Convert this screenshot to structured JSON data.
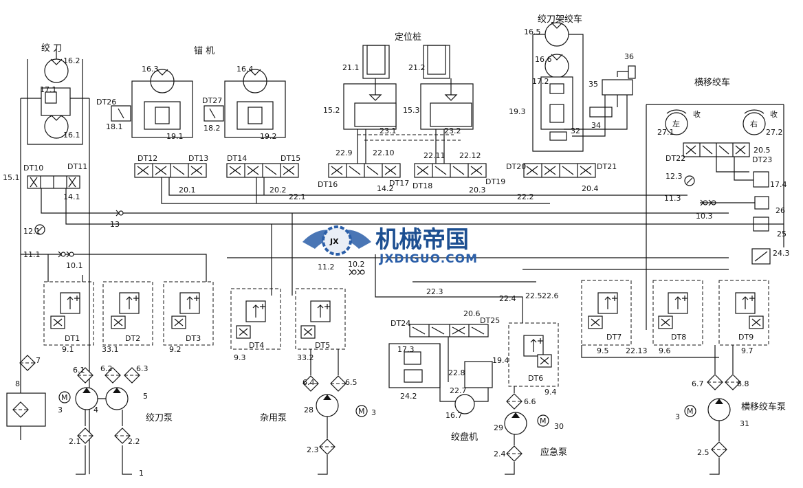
{
  "titles": {
    "jiaodao": "绞 刀",
    "maoji": "锚 机",
    "dingweizhuang": "定位桩",
    "jiaodaojia": "绞刀架绞车",
    "hengyi": "横移绞车",
    "jiaodaobeng": "绞刀泵",
    "zayongbeng": "杂用泵",
    "jiaopanji": "绞盘机",
    "yingjibeng": "应急泵",
    "hengyibeng": "横移绞车泵"
  },
  "winch_marks": {
    "left": "左",
    "right": "右",
    "shou1": "收",
    "shou2": "收"
  },
  "watermark": {
    "cn": "机械帝国",
    "en": "JXDIGUO.COM",
    "badge": "JX"
  },
  "labels": [
    {
      "id": "16.2",
      "text": "16.2"
    },
    {
      "id": "17.1",
      "text": "17.1"
    },
    {
      "id": "16.1",
      "text": "16.1"
    },
    {
      "id": "16.3",
      "text": "16.3"
    },
    {
      "id": "16.4",
      "text": "16.4"
    },
    {
      "id": "DT26",
      "text": "DT26"
    },
    {
      "id": "DT27",
      "text": "DT27"
    },
    {
      "id": "18.1",
      "text": "18.1"
    },
    {
      "id": "18.2",
      "text": "18.2"
    },
    {
      "id": "19.1",
      "text": "19.1"
    },
    {
      "id": "19.2",
      "text": "19.2"
    },
    {
      "id": "21.1",
      "text": "21.1"
    },
    {
      "id": "21.2",
      "text": "21.2"
    },
    {
      "id": "15.2",
      "text": "15.2"
    },
    {
      "id": "15.3",
      "text": "15.3"
    },
    {
      "id": "23.1",
      "text": "23.1"
    },
    {
      "id": "23.2",
      "text": "23.2"
    },
    {
      "id": "16.5",
      "text": "16.5"
    },
    {
      "id": "16.6",
      "text": "16.6"
    },
    {
      "id": "17.2",
      "text": "17.2"
    },
    {
      "id": "19.3",
      "text": "19.3"
    },
    {
      "id": "32",
      "text": "32"
    },
    {
      "id": "35",
      "text": "35"
    },
    {
      "id": "36",
      "text": "36"
    },
    {
      "id": "34",
      "text": "34"
    },
    {
      "id": "27.1",
      "text": "27.1"
    },
    {
      "id": "27.2",
      "text": "27.2"
    },
    {
      "id": "20.5",
      "text": "20.5"
    },
    {
      "id": "DT22",
      "text": "DT22"
    },
    {
      "id": "DT23",
      "text": "DT23"
    },
    {
      "id": "12.3",
      "text": "12.3"
    },
    {
      "id": "17.4",
      "text": "17.4"
    },
    {
      "id": "11.3",
      "text": "11.3"
    },
    {
      "id": "10.3",
      "text": "10.3"
    },
    {
      "id": "26",
      "text": "26"
    },
    {
      "id": "25",
      "text": "25"
    },
    {
      "id": "24.3",
      "text": "24.3"
    },
    {
      "id": "DT10",
      "text": "DT10"
    },
    {
      "id": "DT11",
      "text": "DT11"
    },
    {
      "id": "15.1",
      "text": "15.1"
    },
    {
      "id": "14.1",
      "text": "14.1"
    },
    {
      "id": "DT12",
      "text": "DT12"
    },
    {
      "id": "DT13",
      "text": "DT13"
    },
    {
      "id": "20.1",
      "text": "20.1"
    },
    {
      "id": "DT14",
      "text": "DT14"
    },
    {
      "id": "DT15",
      "text": "DT15"
    },
    {
      "id": "20.2",
      "text": "20.2"
    },
    {
      "id": "22.9",
      "text": "22.9"
    },
    {
      "id": "22.10",
      "text": "22.10"
    },
    {
      "id": "22.11",
      "text": "22.11"
    },
    {
      "id": "22.12",
      "text": "22.12"
    },
    {
      "id": "DT16",
      "text": "DT16"
    },
    {
      "id": "DT17",
      "text": "DT17"
    },
    {
      "id": "14.2",
      "text": "14.2"
    },
    {
      "id": "DT18",
      "text": "DT18"
    },
    {
      "id": "DT19",
      "text": "DT19"
    },
    {
      "id": "20.3",
      "text": "20.3"
    },
    {
      "id": "DT20",
      "text": "DT20"
    },
    {
      "id": "DT21",
      "text": "DT21"
    },
    {
      "id": "20.4",
      "text": "20.4"
    },
    {
      "id": "22.1",
      "text": "22.1"
    },
    {
      "id": "22.2",
      "text": "22.2"
    },
    {
      "id": "13",
      "text": "13"
    },
    {
      "id": "12.1",
      "text": "12.1"
    },
    {
      "id": "11.1",
      "text": "11.1"
    },
    {
      "id": "10.1",
      "text": "10.1"
    },
    {
      "id": "11.2",
      "text": "11.2"
    },
    {
      "id": "10.2",
      "text": "10.2"
    },
    {
      "id": "22.3",
      "text": "22.3"
    },
    {
      "id": "22.4",
      "text": "22.4"
    },
    {
      "id": "22.5",
      "text": "22.5"
    },
    {
      "id": "22.6",
      "text": "22.6"
    },
    {
      "id": "DT24",
      "text": "DT24"
    },
    {
      "id": "20.6",
      "text": "20.6"
    },
    {
      "id": "DT25",
      "text": "DT25"
    },
    {
      "id": "DT1",
      "text": "DT1"
    },
    {
      "id": "DT2",
      "text": "DT2"
    },
    {
      "id": "DT3",
      "text": "DT3"
    },
    {
      "id": "DT4",
      "text": "DT4"
    },
    {
      "id": "DT5",
      "text": "DT5"
    },
    {
      "id": "DT6",
      "text": "DT6"
    },
    {
      "id": "DT7",
      "text": "DT7"
    },
    {
      "id": "DT8",
      "text": "DT8"
    },
    {
      "id": "DT9",
      "text": "DT9"
    },
    {
      "id": "9.1",
      "text": "9.1"
    },
    {
      "id": "33.1",
      "text": "33.1"
    },
    {
      "id": "9.2",
      "text": "9.2"
    },
    {
      "id": "9.3",
      "text": "9.3"
    },
    {
      "id": "33.2",
      "text": "33.2"
    },
    {
      "id": "9.4",
      "text": "9.4"
    },
    {
      "id": "9.5",
      "text": "9.5"
    },
    {
      "id": "22.13",
      "text": "22.13"
    },
    {
      "id": "9.6",
      "text": "9.6"
    },
    {
      "id": "9.7",
      "text": "9.7"
    },
    {
      "id": "17.3",
      "text": "17.3"
    },
    {
      "id": "19.4",
      "text": "19.4"
    },
    {
      "id": "22.8",
      "text": "22.8"
    },
    {
      "id": "22.7",
      "text": "22.7"
    },
    {
      "id": "24.2",
      "text": "24.2"
    },
    {
      "id": "16.7",
      "text": "16.7"
    },
    {
      "id": "7",
      "text": "7"
    },
    {
      "id": "8",
      "text": "8"
    },
    {
      "id": "6.1",
      "text": "6.1"
    },
    {
      "id": "6.2",
      "text": "6.2"
    },
    {
      "id": "6.3",
      "text": "6.3"
    },
    {
      "id": "3a",
      "text": "3"
    },
    {
      "id": "4",
      "text": "4"
    },
    {
      "id": "5",
      "text": "5"
    },
    {
      "id": "2.1",
      "text": "2.1"
    },
    {
      "id": "2.2",
      "text": "2.2"
    },
    {
      "id": "1",
      "text": "1"
    },
    {
      "id": "6.4",
      "text": "6.4"
    },
    {
      "id": "6.5",
      "text": "6.5"
    },
    {
      "id": "28",
      "text": "28"
    },
    {
      "id": "3b",
      "text": "3"
    },
    {
      "id": "2.3",
      "text": "2.3"
    },
    {
      "id": "6.6",
      "text": "6.6"
    },
    {
      "id": "29",
      "text": "29"
    },
    {
      "id": "30",
      "text": "30"
    },
    {
      "id": "2.4",
      "text": "2.4"
    },
    {
      "id": "6.7",
      "text": "6.7"
    },
    {
      "id": "6.8",
      "text": "6.8"
    },
    {
      "id": "3c",
      "text": "3"
    },
    {
      "id": "31",
      "text": "31"
    },
    {
      "id": "2.5",
      "text": "2.5"
    },
    {
      "id": "M1",
      "text": "M"
    },
    {
      "id": "M2",
      "text": "M"
    },
    {
      "id": "M3",
      "text": "M"
    },
    {
      "id": "M4",
      "text": "M"
    }
  ]
}
